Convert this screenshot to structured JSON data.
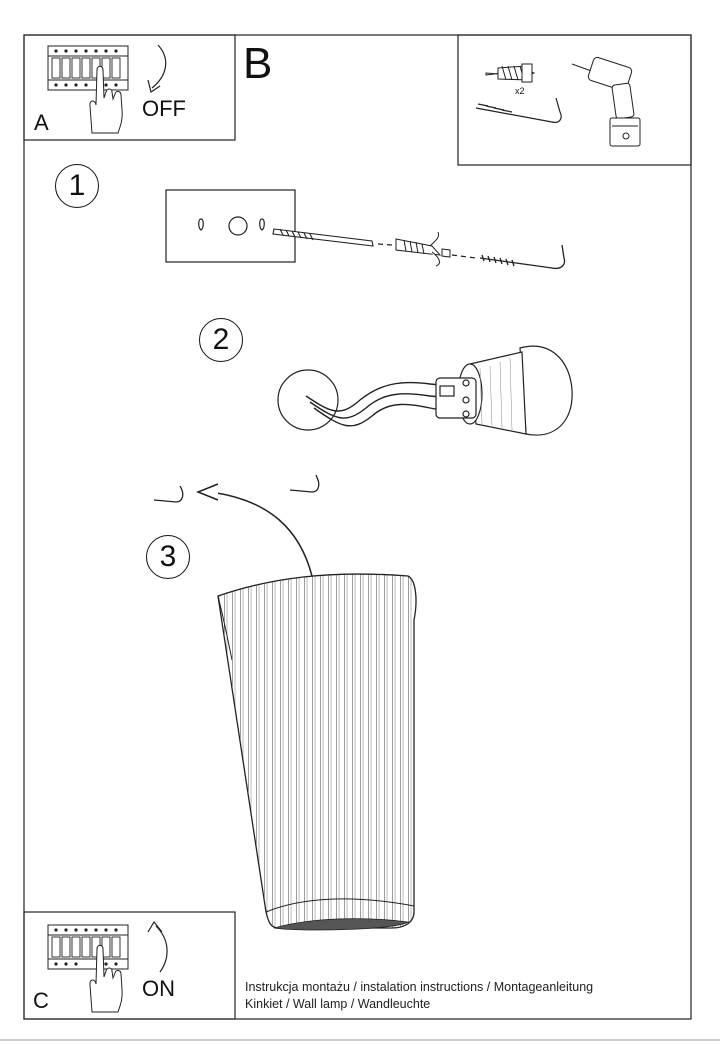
{
  "panels": {
    "a": {
      "letter": "A",
      "action": "OFF"
    },
    "b": {
      "letter": "B",
      "qty": "x2"
    },
    "c": {
      "letter": "C",
      "action": "ON"
    }
  },
  "steps": [
    "1",
    "2",
    "3"
  ],
  "footer": {
    "line1": "Instrukcja montażu / instalation instructions / Montageanleitung",
    "line2": "Kinkiet / Wall lamp / Wandleuchte"
  },
  "icons": [
    "breaker-panel-icon",
    "hand-icon",
    "curved-arrow-icon",
    "wall-plug-icon",
    "hook-screw-icon",
    "drill-icon"
  ]
}
